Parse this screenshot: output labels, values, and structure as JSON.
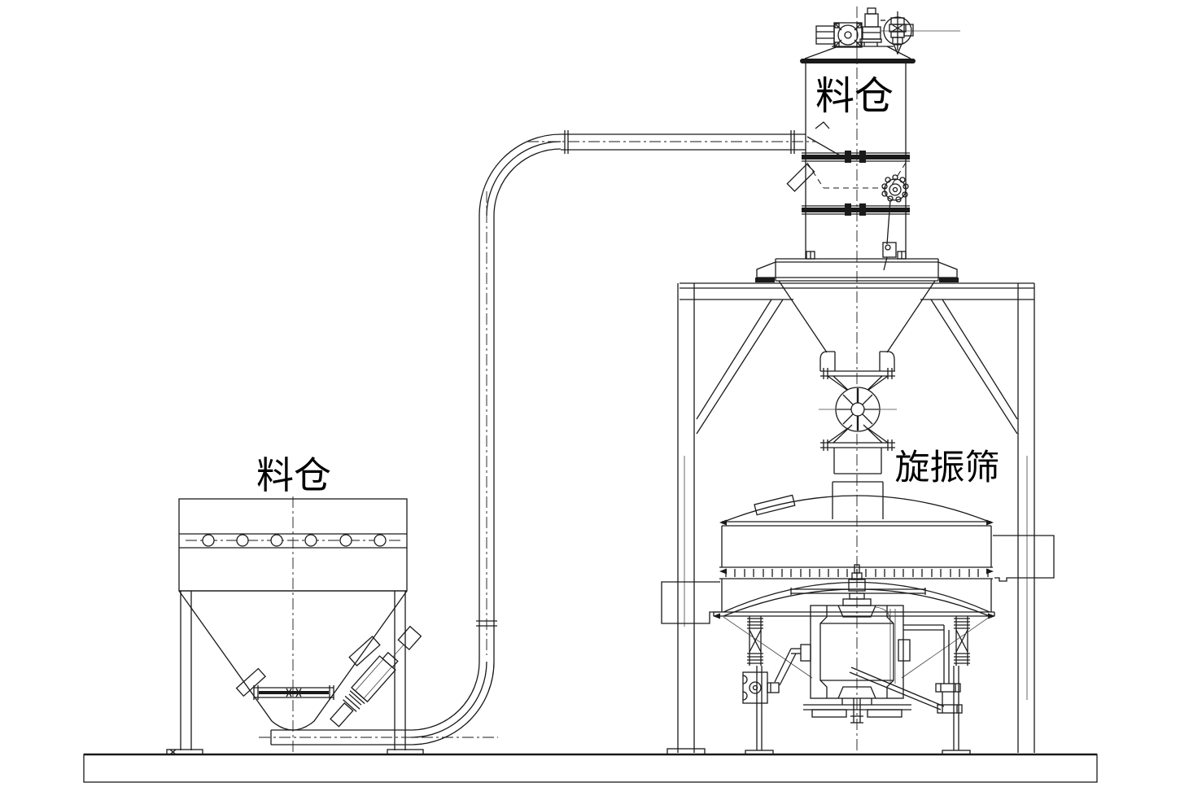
{
  "labels": {
    "left_hopper": "料仓",
    "top_silo": "料仓",
    "vibrating_screen": "旋振筛"
  },
  "colors": {
    "line": "#1a1a1a",
    "background": "#ffffff"
  },
  "components": [
    {
      "name": "left-storage-hopper",
      "label": "料仓"
    },
    {
      "name": "hopper-bolt-band"
    },
    {
      "name": "hopper-discharge-valve"
    },
    {
      "name": "air-ejector"
    },
    {
      "name": "conveying-pipe"
    },
    {
      "name": "top-storage-silo",
      "label": "料仓"
    },
    {
      "name": "silo-roof-fan-unit"
    },
    {
      "name": "silo-relief-valve"
    },
    {
      "name": "silo-vacuum-breaker"
    },
    {
      "name": "silo-level-indicator"
    },
    {
      "name": "silo-flange-bands"
    },
    {
      "name": "support-frame"
    },
    {
      "name": "rotary-airlock-valve"
    },
    {
      "name": "rotary-vibrating-screen",
      "label": "旋振筛"
    },
    {
      "name": "screen-coarse-outlet"
    },
    {
      "name": "screen-fine-outlet"
    },
    {
      "name": "vibration-motor"
    },
    {
      "name": "screen-springs"
    },
    {
      "name": "ground-hatching"
    }
  ]
}
